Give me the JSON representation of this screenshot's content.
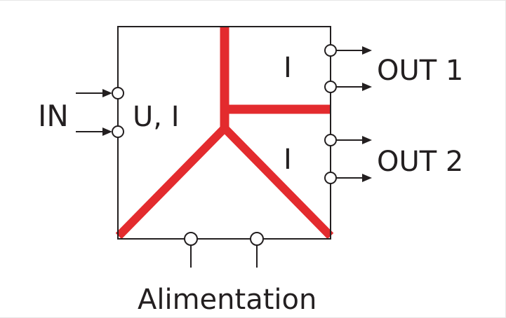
{
  "diagram": {
    "colors": {
      "line": "#231f20",
      "signal": "#e32b2e",
      "terminal_fill": "#ffffff",
      "background": "#ffffff"
    },
    "labels": {
      "input": "IN",
      "input_type": "U, I",
      "output1_type": "I",
      "output2_type": "I",
      "output1": "OUT 1",
      "output2": "OUT 2",
      "power": "Alimentation"
    }
  }
}
